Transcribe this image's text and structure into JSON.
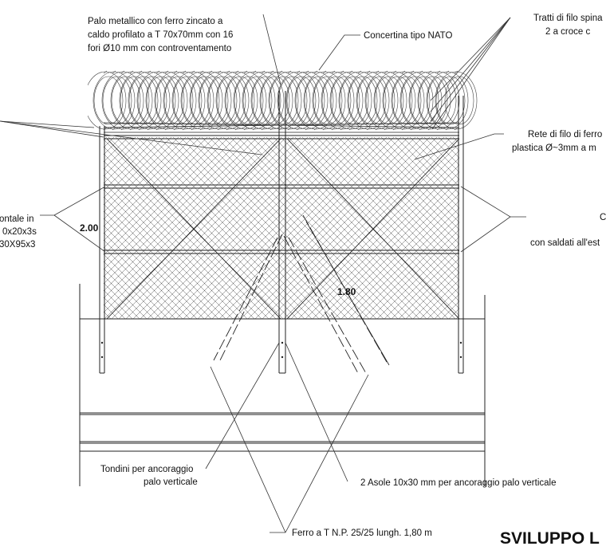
{
  "labels": {
    "post": [
      "Palo metallico  con ferro zincato a",
      "caldo profilato a T 70x70mm con 16",
      "fori Ø10 mm con controventamento"
    ],
    "concertina": "Concertina tipo NATO",
    "barbed": [
      "Tratti di filo spina",
      "2 a croce c"
    ],
    "mesh": [
      "Rete di filo di ferro",
      "plastica Ø~3mm a m"
    ],
    "rail_left": [
      "ontale in",
      "0x20x3s",
      "30X95x3"
    ],
    "rail_right": [
      "C",
      "con saldati all'est"
    ],
    "rods": [
      "Tondini per ancoraggio",
      "palo verticale"
    ],
    "slots": "2 Asole 10x30 mm per ancoraggio palo verticale",
    "bar": "Ferro a T N.P. 25/25 lungh. 1,80 m"
  },
  "dimensions": {
    "height_total": "2.00",
    "post_diagonal": "1.80"
  },
  "title": "SVILUPPO L"
}
